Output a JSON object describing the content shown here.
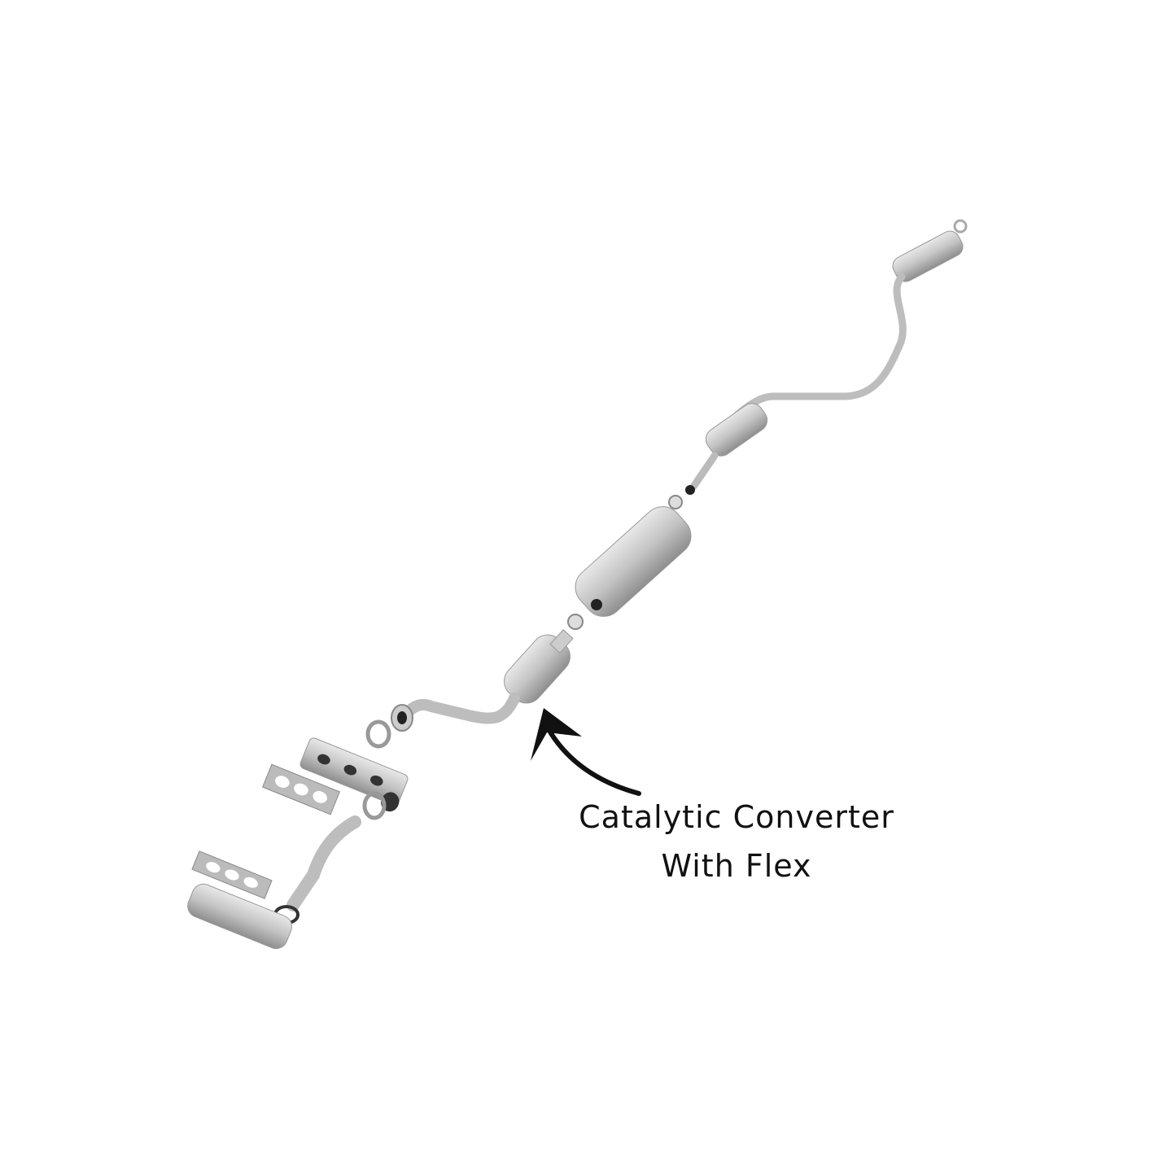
{
  "annotation": {
    "line1": "Catalytic Converter",
    "line2": "With Flex"
  },
  "colors": {
    "metal": "#c9c9c9",
    "metal_dark": "#9a9a9a",
    "arrow": "#111111",
    "background": "#ffffff"
  },
  "parts": [
    "rear-muffler",
    "tailpipe",
    "resonator",
    "clamp",
    "center-muffler",
    "clamp",
    "catalytic-converter",
    "front-pipe",
    "gasket",
    "exhaust-manifold",
    "manifold-gasket",
    "flex-downpipe",
    "manifold-gasket",
    "exhaust-manifold"
  ]
}
